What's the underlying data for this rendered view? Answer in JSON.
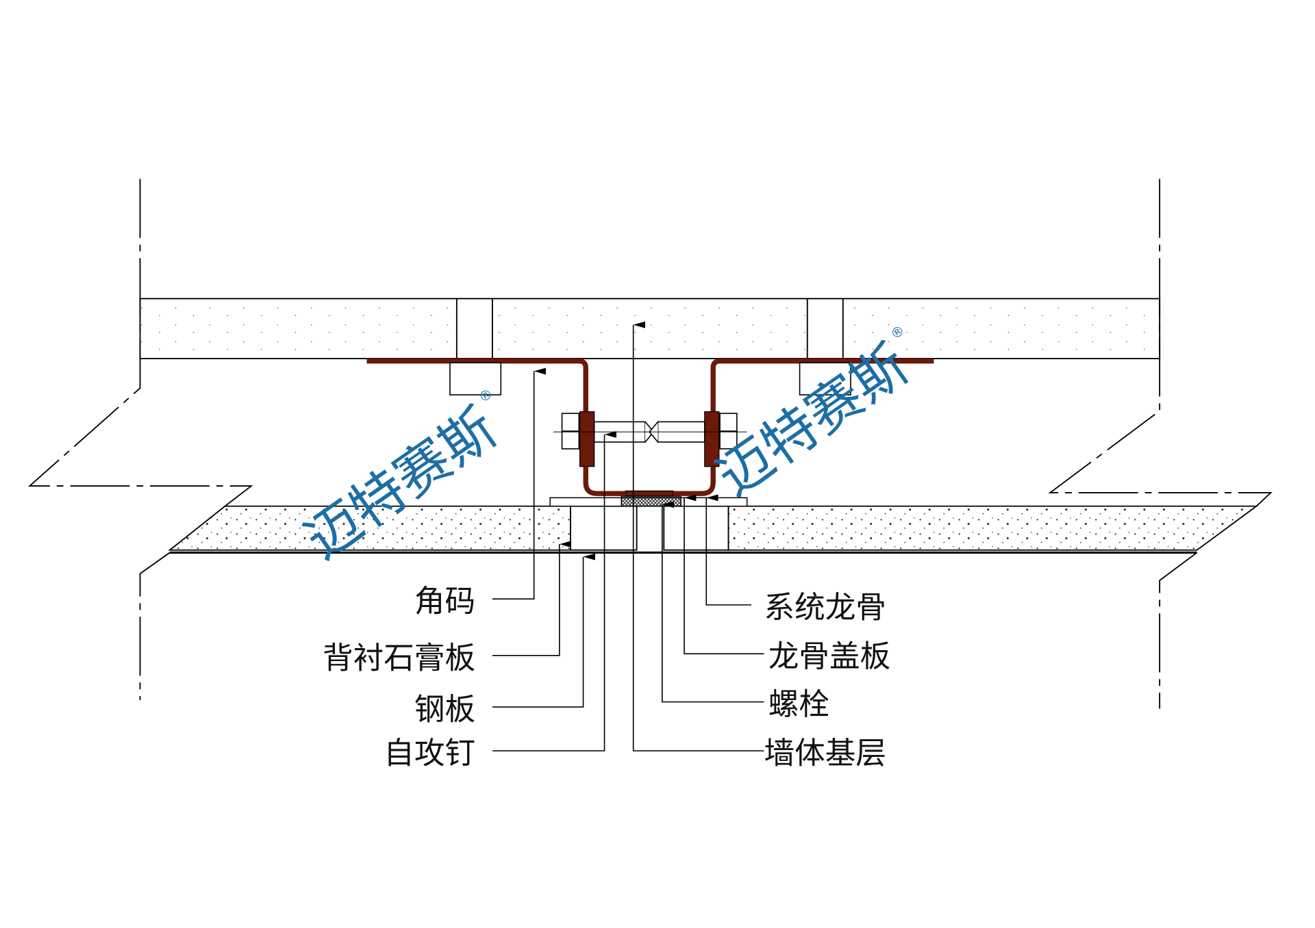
{
  "title": "伸缩缝节点构造图",
  "labels_left": [
    "角码",
    "背衬石膏板",
    "钢板",
    "自攻钉"
  ],
  "labels_right": [
    "系统龙骨",
    "龙骨盖板",
    "螺栓",
    "墙体基层"
  ],
  "watermark": {
    "text": "迈特赛斯",
    "mark": "®"
  },
  "colors": {
    "bracket": "#6b1a0a",
    "watermark": "#1d6ea5",
    "line": "#000000"
  }
}
